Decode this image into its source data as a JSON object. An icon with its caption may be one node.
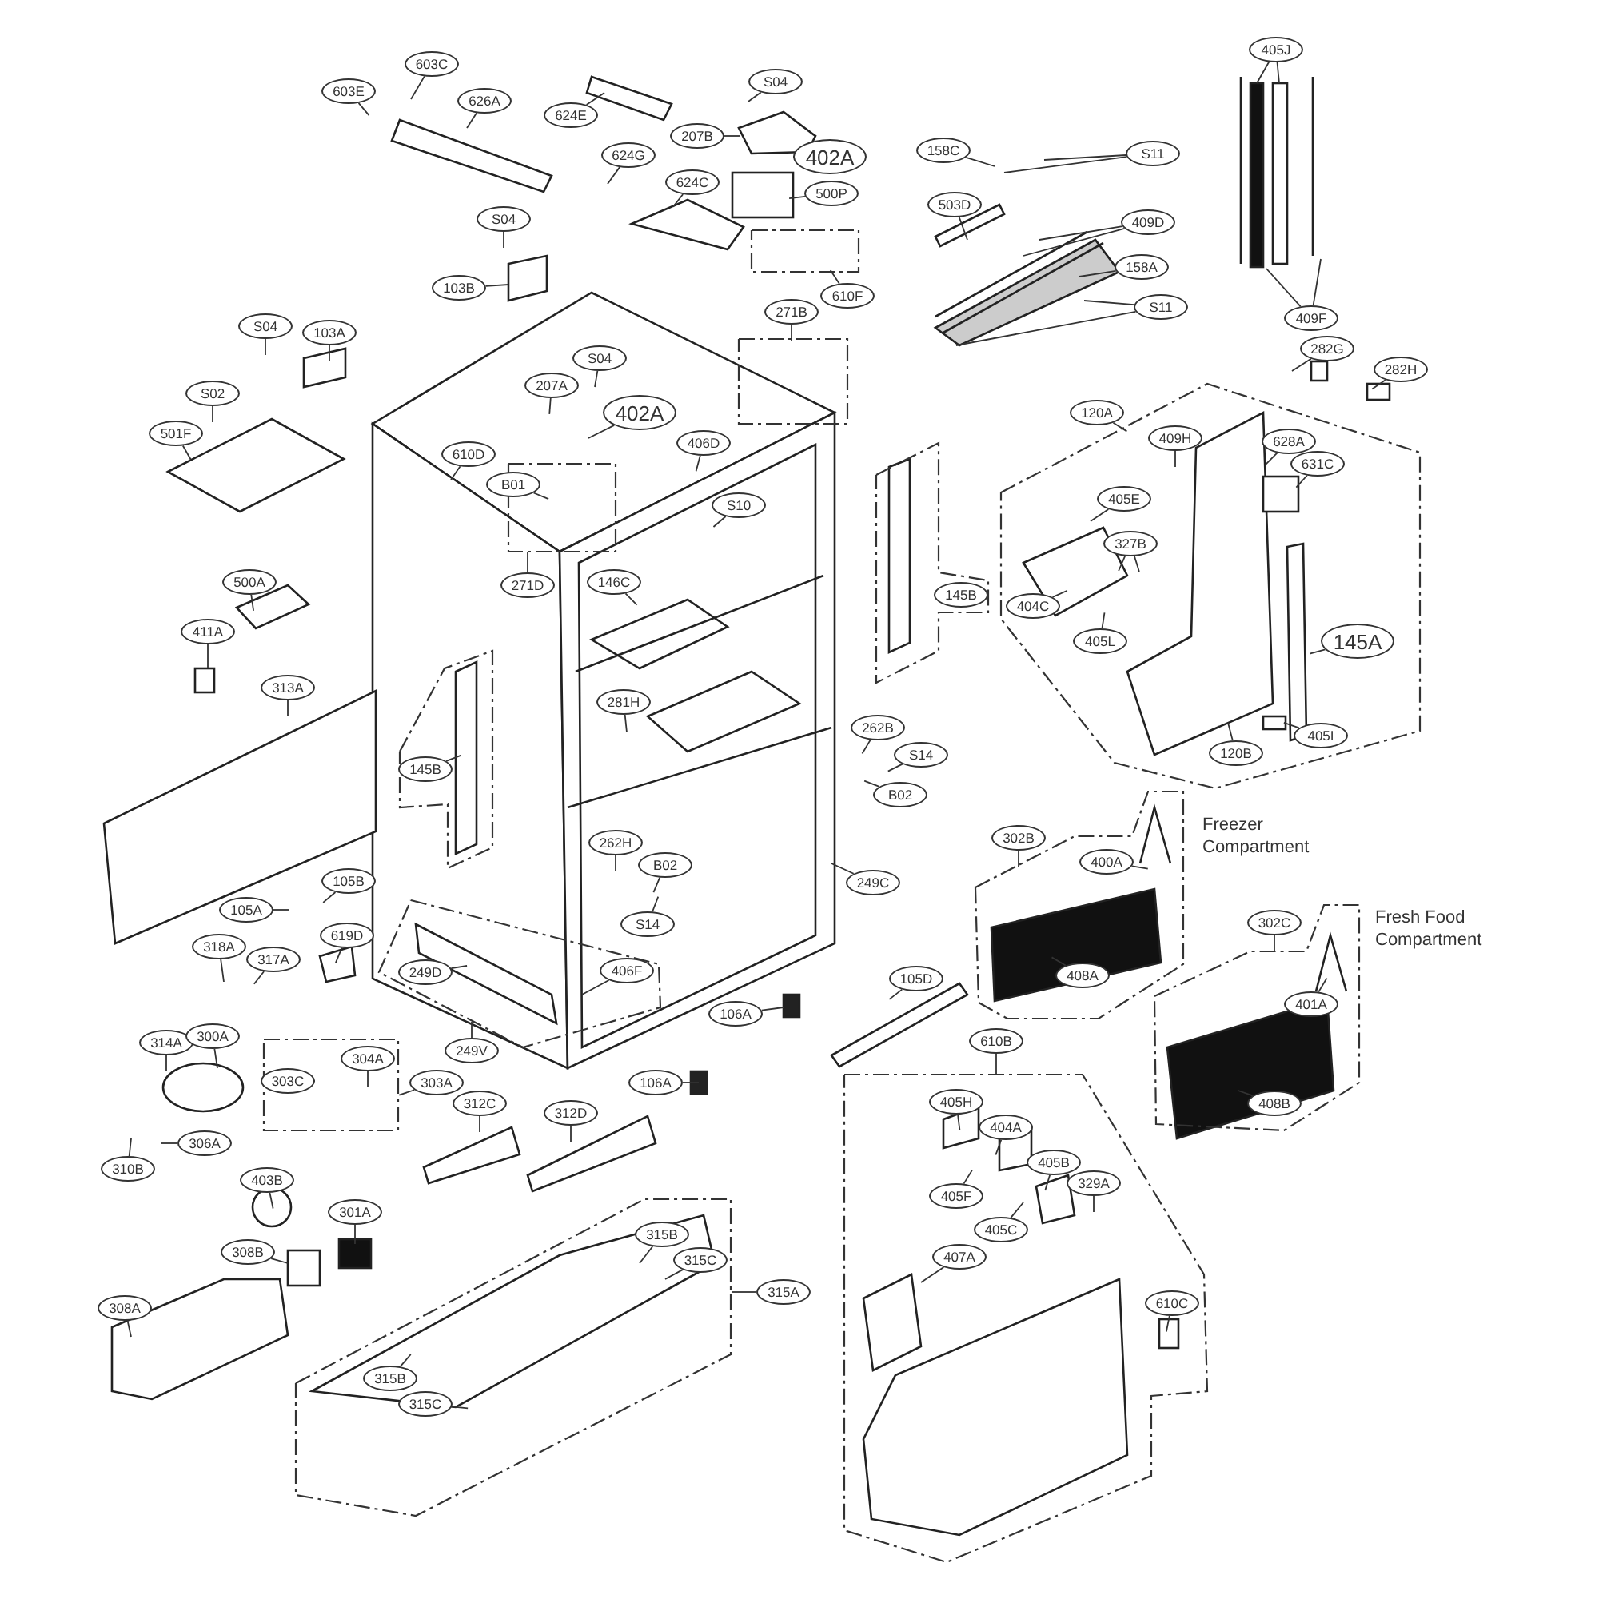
{
  "diagram": {
    "nodes": [
      {
        "text": [
          "603E"
        ]
      },
      {
        "text": [
          "603C"
        ]
      },
      {
        "text": [
          "626A"
        ]
      },
      {
        "text": [
          "624E"
        ]
      },
      {
        "text": [
          "S04"
        ]
      },
      {
        "text": [
          "207B"
        ]
      },
      {
        "text": [
          "402A"
        ]
      },
      {
        "text": [
          "624G"
        ]
      },
      {
        "text": [
          "624C"
        ]
      },
      {
        "text": [
          "500P"
        ]
      },
      {
        "text": [
          "S04"
        ]
      },
      {
        "text": [
          "103B"
        ]
      },
      {
        "text": [
          "610F"
        ]
      },
      {
        "text": [
          "158C"
        ]
      },
      {
        "text": [
          "S11"
        ]
      },
      {
        "text": [
          "503D"
        ]
      },
      {
        "text": [
          "409D"
        ]
      },
      {
        "text": [
          "158A"
        ]
      },
      {
        "text": [
          "S11"
        ]
      },
      {
        "text": [
          "405J"
        ]
      },
      {
        "text": [
          "409F"
        ]
      },
      {
        "text": [
          "282G"
        ]
      },
      {
        "text": [
          "282H"
        ]
      },
      {
        "text": [
          "S04"
        ]
      },
      {
        "text": [
          "103A"
        ]
      },
      {
        "text": [
          "S02"
        ]
      },
      {
        "text": [
          "501F"
        ]
      },
      {
        "text": [
          "271B"
        ]
      },
      {
        "text": [
          "S04"
        ]
      },
      {
        "text": [
          "207A"
        ]
      },
      {
        "text": [
          "402A"
        ]
      },
      {
        "text": [
          "610D"
        ]
      },
      {
        "text": [
          "B01"
        ]
      },
      {
        "text": [
          "406D"
        ]
      },
      {
        "text": [
          "S10"
        ]
      },
      {
        "text": [
          "271D"
        ]
      },
      {
        "text": [
          "146C"
        ]
      },
      {
        "text": [
          "500A"
        ]
      },
      {
        "text": [
          "411A"
        ]
      },
      {
        "text": [
          "313A"
        ]
      },
      {
        "text": [
          "145B"
        ]
      },
      {
        "text": [
          "281H"
        ]
      },
      {
        "text": [
          "262B"
        ]
      },
      {
        "text": [
          "S14"
        ]
      },
      {
        "text": [
          "B02"
        ]
      },
      {
        "text": [
          "262H"
        ]
      },
      {
        "text": [
          "B02"
        ]
      },
      {
        "text": [
          "S14"
        ]
      },
      {
        "text": [
          "249C"
        ]
      },
      {
        "text": [
          "105B"
        ]
      },
      {
        "text": [
          "105A"
        ]
      },
      {
        "text": [
          "318A"
        ]
      },
      {
        "text": [
          "317A"
        ]
      },
      {
        "text": [
          "619D"
        ]
      },
      {
        "text": [
          "249D"
        ]
      },
      {
        "text": [
          "406F"
        ]
      },
      {
        "text": [
          "249V"
        ]
      },
      {
        "text": [
          "106A"
        ]
      },
      {
        "text": [
          "106A"
        ]
      },
      {
        "text": [
          "314A"
        ]
      },
      {
        "text": [
          "300A"
        ]
      },
      {
        "text": [
          "306A"
        ]
      },
      {
        "text": [
          "310B"
        ]
      },
      {
        "text": [
          "303C"
        ]
      },
      {
        "text": [
          "304A"
        ]
      },
      {
        "text": [
          "303A"
        ]
      },
      {
        "text": [
          "312C"
        ]
      },
      {
        "text": [
          "312D"
        ]
      },
      {
        "text": [
          "145B"
        ]
      },
      {
        "text": [
          "120A"
        ]
      },
      {
        "text": [
          "409H"
        ]
      },
      {
        "text": [
          "628A"
        ]
      },
      {
        "text": [
          "631C"
        ]
      },
      {
        "text": [
          "405E"
        ]
      },
      {
        "text": [
          "327B"
        ]
      },
      {
        "text": [
          "404C"
        ]
      },
      {
        "text": [
          "405L"
        ]
      },
      {
        "text": [
          "145A"
        ]
      },
      {
        "text": [
          "120B"
        ]
      },
      {
        "text": [
          "405I"
        ]
      },
      {
        "text": [
          "302B"
        ]
      },
      {
        "text": [
          "400A"
        ]
      },
      {
        "text": [
          "408A"
        ]
      },
      {
        "text": [
          "302C"
        ]
      },
      {
        "text": [
          "401A"
        ]
      },
      {
        "text": [
          "408B"
        ]
      },
      {
        "text": [
          "610B"
        ]
      },
      {
        "text": [
          "405H"
        ]
      },
      {
        "text": [
          "404A"
        ]
      },
      {
        "text": [
          "405F"
        ]
      },
      {
        "text": [
          "405B"
        ]
      },
      {
        "text": [
          "329A"
        ]
      },
      {
        "text": [
          "405C"
        ]
      },
      {
        "text": [
          "407A"
        ]
      },
      {
        "text": [
          "610C"
        ]
      },
      {
        "text": [
          "403B"
        ]
      },
      {
        "text": [
          "301A"
        ]
      },
      {
        "text": [
          "308B"
        ]
      },
      {
        "text": [
          "308A"
        ]
      },
      {
        "text": [
          "315B"
        ]
      },
      {
        "text": [
          "315C"
        ]
      },
      {
        "text": [
          "315A"
        ]
      },
      {
        "text": [
          "315B"
        ]
      },
      {
        "text": [
          "315C"
        ]
      },
      {
        "text": [
          "105D"
        ]
      }
    ],
    "edges": [
      {
        "from": 0,
        "to": null,
        "arrow": "none"
      },
      {
        "from": 1,
        "to": null,
        "arrow": "none"
      },
      {
        "from": 2,
        "to": null,
        "arrow": "none"
      },
      {
        "from": 3,
        "to": null,
        "arrow": "none"
      },
      {
        "from": 4,
        "to": null,
        "arrow": "none"
      },
      {
        "from": 5,
        "to": null,
        "arrow": "none"
      },
      {
        "from": 6,
        "to": null,
        "arrow": "none"
      },
      {
        "from": 7,
        "to": null,
        "arrow": "none"
      },
      {
        "from": 8,
        "to": null,
        "arrow": "none"
      },
      {
        "from": 9,
        "to": null,
        "arrow": "none"
      },
      {
        "from": 10,
        "to": null,
        "arrow": "none"
      },
      {
        "from": 11,
        "to": null,
        "arrow": "none"
      },
      {
        "from": 12,
        "to": null,
        "arrow": "none"
      },
      {
        "from": 13,
        "to": null,
        "arrow": "none"
      },
      {
        "from": 14,
        "to": null,
        "arrow": "none"
      },
      {
        "from": 14,
        "to": null,
        "arrow": "none"
      },
      {
        "from": 15,
        "to": null,
        "arrow": "none"
      },
      {
        "from": 16,
        "to": null,
        "arrow": "none"
      },
      {
        "from": 16,
        "to": null,
        "arrow": "none"
      },
      {
        "from": 17,
        "to": null,
        "arrow": "none"
      },
      {
        "from": 18,
        "to": null,
        "arrow": "none"
      },
      {
        "from": 18,
        "to": null,
        "arrow": "none"
      },
      {
        "from": 19,
        "to": null,
        "arrow": "none"
      },
      {
        "from": 19,
        "to": null,
        "arrow": "none"
      },
      {
        "from": 20,
        "to": null,
        "arrow": "none"
      },
      {
        "from": 20,
        "to": null,
        "arrow": "none"
      },
      {
        "from": 21,
        "to": null,
        "arrow": "none"
      },
      {
        "from": 22,
        "to": null,
        "arrow": "none"
      },
      {
        "from": 23,
        "to": null,
        "arrow": "none"
      },
      {
        "from": 24,
        "to": null,
        "arrow": "none"
      },
      {
        "from": 25,
        "to": null,
        "arrow": "none"
      },
      {
        "from": 26,
        "to": null,
        "arrow": "none"
      },
      {
        "from": 27,
        "to": null,
        "arrow": "none"
      },
      {
        "from": 28,
        "to": null,
        "arrow": "none"
      },
      {
        "from": 29,
        "to": null,
        "arrow": "none"
      },
      {
        "from": 30,
        "to": null,
        "arrow": "none"
      },
      {
        "from": 31,
        "to": null,
        "arrow": "none"
      },
      {
        "from": 32,
        "to": null,
        "arrow": "none"
      },
      {
        "from": 33,
        "to": null,
        "arrow": "none"
      },
      {
        "from": 34,
        "to": null,
        "arrow": "none"
      },
      {
        "from": 35,
        "to": null,
        "arrow": "none"
      },
      {
        "from": 36,
        "to": null,
        "arrow": "none"
      },
      {
        "from": 37,
        "to": null,
        "arrow": "none"
      },
      {
        "from": 38,
        "to": null,
        "arrow": "none"
      },
      {
        "from": 39,
        "to": null,
        "arrow": "none"
      },
      {
        "from": 40,
        "to": null,
        "arrow": "none"
      },
      {
        "from": 41,
        "to": null,
        "arrow": "none"
      },
      {
        "from": 42,
        "to": null,
        "arrow": "none"
      },
      {
        "from": 43,
        "to": null,
        "arrow": "none"
      },
      {
        "from": 44,
        "to": null,
        "arrow": "none"
      },
      {
        "from": 45,
        "to": null,
        "arrow": "none"
      },
      {
        "from": 46,
        "to": null,
        "arrow": "none"
      },
      {
        "from": 47,
        "to": null,
        "arrow": "none"
      },
      {
        "from": 48,
        "to": null,
        "arrow": "none"
      },
      {
        "from": 49,
        "to": null,
        "arrow": "none"
      },
      {
        "from": 50,
        "to": null,
        "arrow": "none"
      },
      {
        "from": 51,
        "to": null,
        "arrow": "none"
      },
      {
        "from": 52,
        "to": null,
        "arrow": "none"
      },
      {
        "from": 53,
        "to": null,
        "arrow": "none"
      },
      {
        "from": 54,
        "to": null,
        "arrow": "none"
      },
      {
        "from": 55,
        "to": null,
        "arrow": "none"
      },
      {
        "from": 56,
        "to": null,
        "arrow": "none"
      },
      {
        "from": 57,
        "to": null,
        "arrow": "none"
      },
      {
        "from": 58,
        "to": null,
        "arrow": "none"
      },
      {
        "from": 59,
        "to": null,
        "arrow": "none"
      },
      {
        "from": 60,
        "to": null,
        "arrow": "none"
      },
      {
        "from": 61,
        "to": null,
        "arrow": "none"
      },
      {
        "from": 62,
        "to": null,
        "arrow": "none"
      },
      {
        "from": 63,
        "to": null,
        "arrow": "none"
      },
      {
        "from": 64,
        "to": null,
        "arrow": "none"
      },
      {
        "from": 65,
        "to": null,
        "arrow": "none"
      },
      {
        "from": 66,
        "to": null,
        "arrow": "none"
      },
      {
        "from": 67,
        "to": null,
        "arrow": "none"
      },
      {
        "from": 68,
        "to": null,
        "arrow": "none"
      },
      {
        "from": 69,
        "to": null,
        "arrow": "none"
      },
      {
        "from": 70,
        "to": null,
        "arrow": "none"
      },
      {
        "from": 71,
        "to": null,
        "arrow": "none"
      },
      {
        "from": 72,
        "to": null,
        "arrow": "none"
      },
      {
        "from": 73,
        "to": null,
        "arrow": "none"
      },
      {
        "from": 74,
        "to": null,
        "arrow": "none"
      },
      {
        "from": 74,
        "to": null,
        "arrow": "none"
      },
      {
        "from": 75,
        "to": null,
        "arrow": "none"
      },
      {
        "from": 76,
        "to": null,
        "arrow": "none"
      },
      {
        "from": 77,
        "to": null,
        "arrow": "none"
      },
      {
        "from": 78,
        "to": null,
        "arrow": "none"
      },
      {
        "from": 79,
        "to": null,
        "arrow": "none"
      },
      {
        "from": 80,
        "to": null,
        "arrow": "none"
      },
      {
        "from": 81,
        "to": null,
        "arrow": "none"
      },
      {
        "from": 82,
        "to": null,
        "arrow": "none"
      },
      {
        "from": 83,
        "to": null,
        "arrow": "none"
      },
      {
        "from": 84,
        "to": null,
        "arrow": "none"
      },
      {
        "from": 85,
        "to": null,
        "arrow": "none"
      },
      {
        "from": 86,
        "to": null,
        "arrow": "none"
      },
      {
        "from": 87,
        "to": null,
        "arrow": "none"
      },
      {
        "from": 88,
        "to": null,
        "arrow": "none"
      },
      {
        "from": 89,
        "to": null,
        "arrow": "none"
      },
      {
        "from": 90,
        "to": null,
        "arrow": "none"
      },
      {
        "from": 91,
        "to": null,
        "arrow": "none"
      },
      {
        "from": 92,
        "to": null,
        "arrow": "none"
      },
      {
        "from": 93,
        "to": null,
        "arrow": "none"
      },
      {
        "from": 94,
        "to": null,
        "arrow": "none"
      },
      {
        "from": 95,
        "to": null,
        "arrow": "none"
      },
      {
        "from": 96,
        "to": null,
        "arrow": "none"
      },
      {
        "from": 97,
        "to": null,
        "arrow": "none"
      },
      {
        "from": 98,
        "to": null,
        "arrow": "none"
      },
      {
        "from": 99,
        "to": null,
        "arrow": "none"
      },
      {
        "from": 100,
        "to": null,
        "arrow": "none"
      },
      {
        "from": 101,
        "to": null,
        "arrow": "none"
      },
      {
        "from": 102,
        "to": null,
        "arrow": "none"
      },
      {
        "from": 103,
        "to": null,
        "arrow": "none"
      },
      {
        "from": 104,
        "to": null,
        "arrow": "none"
      }
    ],
    "labels": [
      "Freezer Compartment",
      "Fresh Food Compartment"
    ]
  }
}
